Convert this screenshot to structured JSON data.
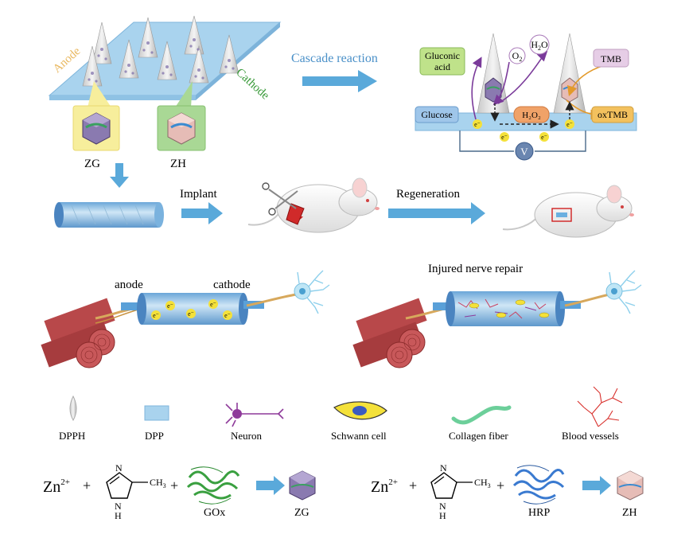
{
  "colors": {
    "substrate": "#a9d3ee",
    "arrow": "#5aa9da",
    "anode_label": "#e9b860",
    "cathode_label": "#3a9a3a",
    "cascade_label": "#4a90c8",
    "zg_box": "#f7ee9c",
    "zh_box": "#a9d895",
    "muscle": "#b8484a",
    "nerve": "#d7a85c",
    "neuron": "#8e3a9a",
    "vessels": "#d8302c",
    "collagen": "#6ccf9a",
    "electron": "#f4e13a"
  },
  "top": {
    "anode": "Anode",
    "cathode": "Cathode",
    "zg": "ZG",
    "zh": "ZH",
    "cascade": "Cascade reaction"
  },
  "cascade": {
    "gluconic_acid_line1": "Gluconic",
    "gluconic_acid_line2": "acid",
    "o2": "O",
    "o2_sub": "2",
    "h2o_main": "H",
    "h2o_sub": "2",
    "h2o_tail": "O",
    "tmb": "TMB",
    "glucose": "Glucose",
    "h2o2": "H₂O₂",
    "oxtmb": "oxTMB",
    "electron": "e⁻",
    "voltmeter": "V"
  },
  "implant_row": {
    "implant": "Implant",
    "regeneration": "Regeneration"
  },
  "repair_row": {
    "anode": "anode",
    "cathode": "cathode",
    "injured": "Injured nerve repair",
    "electron": "e⁻"
  },
  "legend": [
    {
      "key": "dpph",
      "label": "DPPH"
    },
    {
      "key": "dpp",
      "label": "DPP"
    },
    {
      "key": "neuron",
      "label": "Neuron"
    },
    {
      "key": "schwann",
      "label": "Schwann cell"
    },
    {
      "key": "collagen",
      "label": "Collagen fiber"
    },
    {
      "key": "vessels",
      "label": "Blood vessels"
    }
  ],
  "synthesis": {
    "zn": "Zn",
    "zn_charge": "2+",
    "plus": "+",
    "methyl": "CH",
    "methyl_sub": "3",
    "n": "N",
    "nh": "N",
    "h": "H",
    "gox": "GOx",
    "hrp": "HRP",
    "zg": "ZG",
    "zh": "ZH"
  }
}
